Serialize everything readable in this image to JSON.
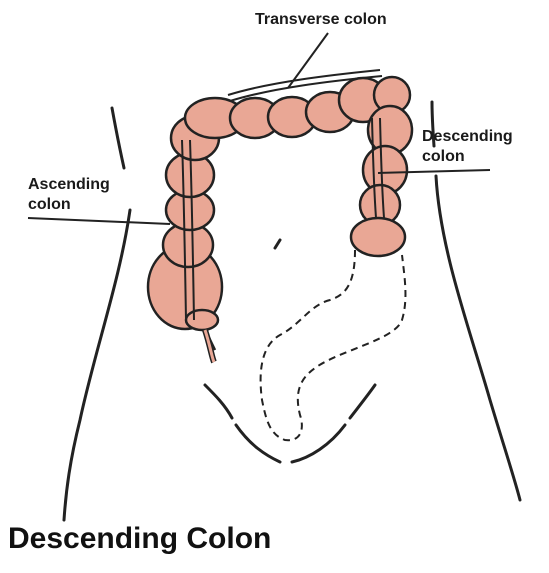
{
  "colors": {
    "colon_fill": "#E9A795",
    "outline": "#222222"
  },
  "labels": {
    "transverse": "Transverse colon",
    "descending_line1": "Descending",
    "descending_line2": "colon",
    "ascending_line1": "Ascending",
    "ascending_line2": "colon"
  },
  "caption": "Descending Colon"
}
